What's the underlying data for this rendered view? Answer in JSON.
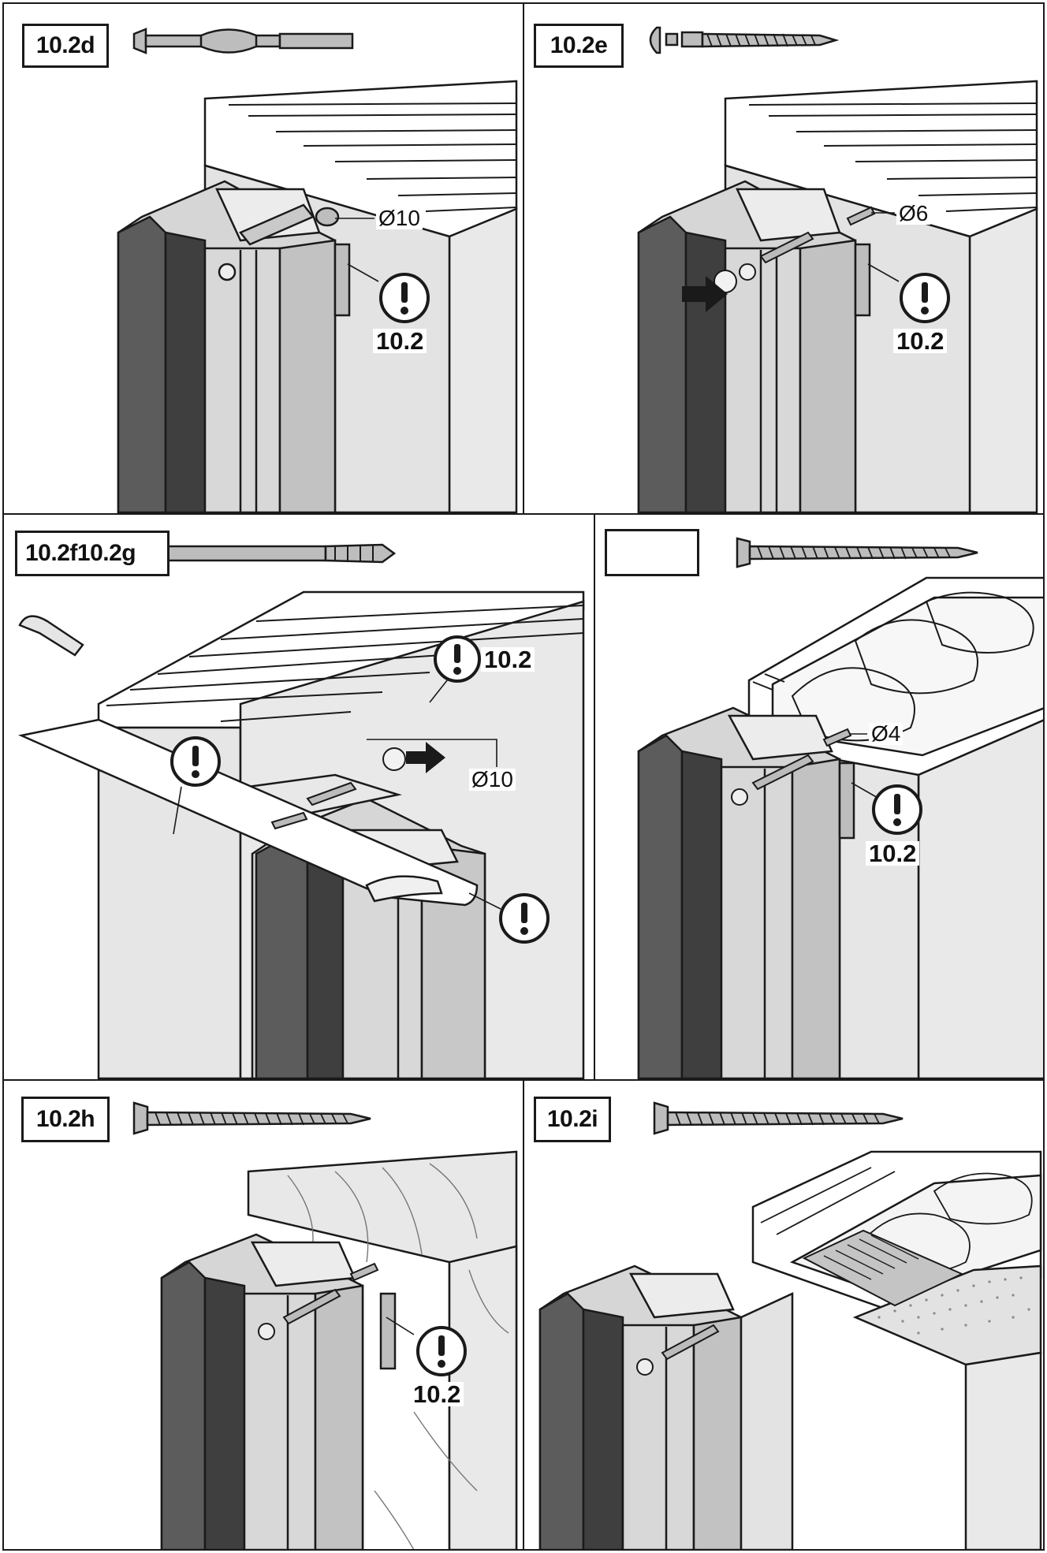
{
  "panels": [
    {
      "id": "d",
      "label": "10.2d",
      "dimension": "Ø10",
      "warning": "10.2"
    },
    {
      "id": "e",
      "label": "10.2e",
      "dimension": "Ø6",
      "warning": "10.2"
    },
    {
      "id": "fg",
      "label": "10.2f10.2g",
      "warning": "10.2",
      "dimension": "Ø10"
    },
    {
      "id": "blank",
      "label": "",
      "dimension": "Ø4",
      "warning": "10.2"
    },
    {
      "id": "h",
      "label": "10.2h",
      "warning": "10.2"
    },
    {
      "id": "i",
      "label": "10.2i"
    }
  ],
  "icons": {
    "warning": "exclamation-circle-icon",
    "anchor_bolt": "frame-anchor-bolt-icon",
    "screw": "screw-icon",
    "dowel": "wall-plug-icon",
    "press_arrow": "arrow-right-icon"
  },
  "colors": {
    "line": "#1a1a1a",
    "wall": "#e6e6e6",
    "profile_dark": "#5a5a5a",
    "profile_light": "#d4d4d4",
    "profile_mid": "#b8b8b8"
  }
}
